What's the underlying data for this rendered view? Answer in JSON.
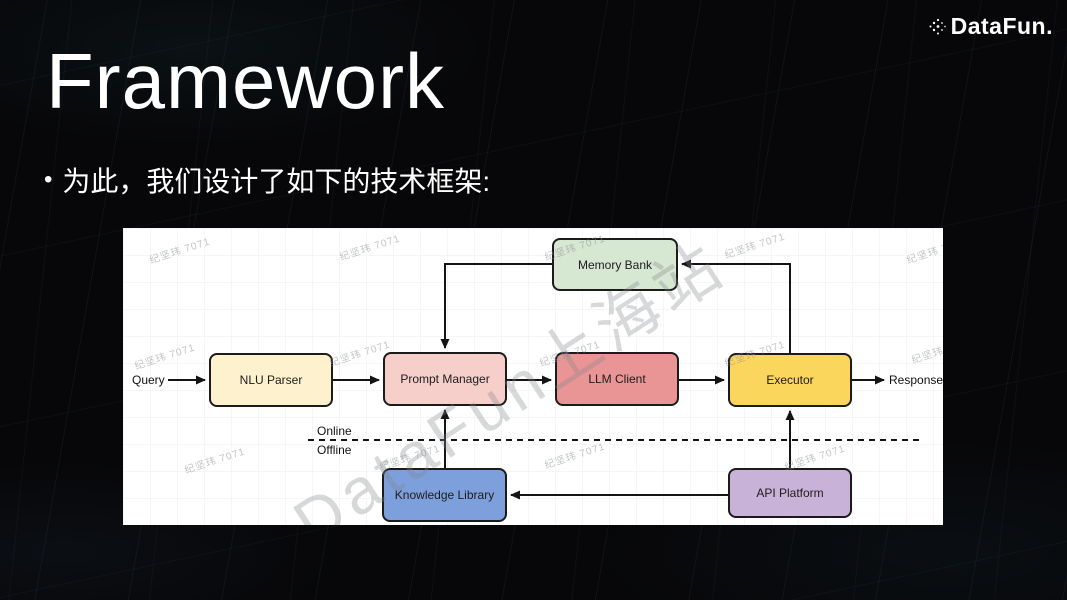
{
  "slide": {
    "logo": "DataFun.",
    "title": "Framework",
    "bullet_marker": "•",
    "bullet_text": "为此，我们设计了如下的技术框架:"
  },
  "diagram": {
    "nodes": [
      {
        "label": "Memory Bank",
        "fill": "#d6e7d2"
      },
      {
        "label": "NLU Parser",
        "fill": "#fdf2cd"
      },
      {
        "label": "Prompt Manager",
        "fill": "#f6cfcb"
      },
      {
        "label": "LLM Client",
        "fill": "#ea9595"
      },
      {
        "label": "Executor",
        "fill": "#fbd65d"
      },
      {
        "label": "Knowledge Library",
        "fill": "#7da0dc"
      },
      {
        "label": "API Platform",
        "fill": "#c9b2d8"
      }
    ],
    "input_label": "Query",
    "output_label": "Response",
    "divider": {
      "above": "Online",
      "below": "Offline"
    },
    "edges": [
      {
        "from": "Query",
        "to": "NLU Parser"
      },
      {
        "from": "NLU Parser",
        "to": "Prompt Manager"
      },
      {
        "from": "Prompt Manager",
        "to": "LLM Client"
      },
      {
        "from": "LLM Client",
        "to": "Executor"
      },
      {
        "from": "Executor",
        "to": "Response"
      },
      {
        "from": "Executor",
        "to": "Memory Bank"
      },
      {
        "from": "Memory Bank",
        "to": "Prompt Manager"
      },
      {
        "from": "Knowledge Library",
        "to": "Prompt Manager"
      },
      {
        "from": "API Platform",
        "to": "Executor"
      },
      {
        "from": "API Platform",
        "to": "Knowledge Library"
      }
    ]
  },
  "watermarks": {
    "large": "DataFun上海站",
    "small": "纪坚玮 7071"
  },
  "colors": {
    "slide_background": "#070709",
    "panel_background": "#ffffff",
    "node_border": "#1b1b1b",
    "arrow": "#141414",
    "text": "#ffffff"
  }
}
